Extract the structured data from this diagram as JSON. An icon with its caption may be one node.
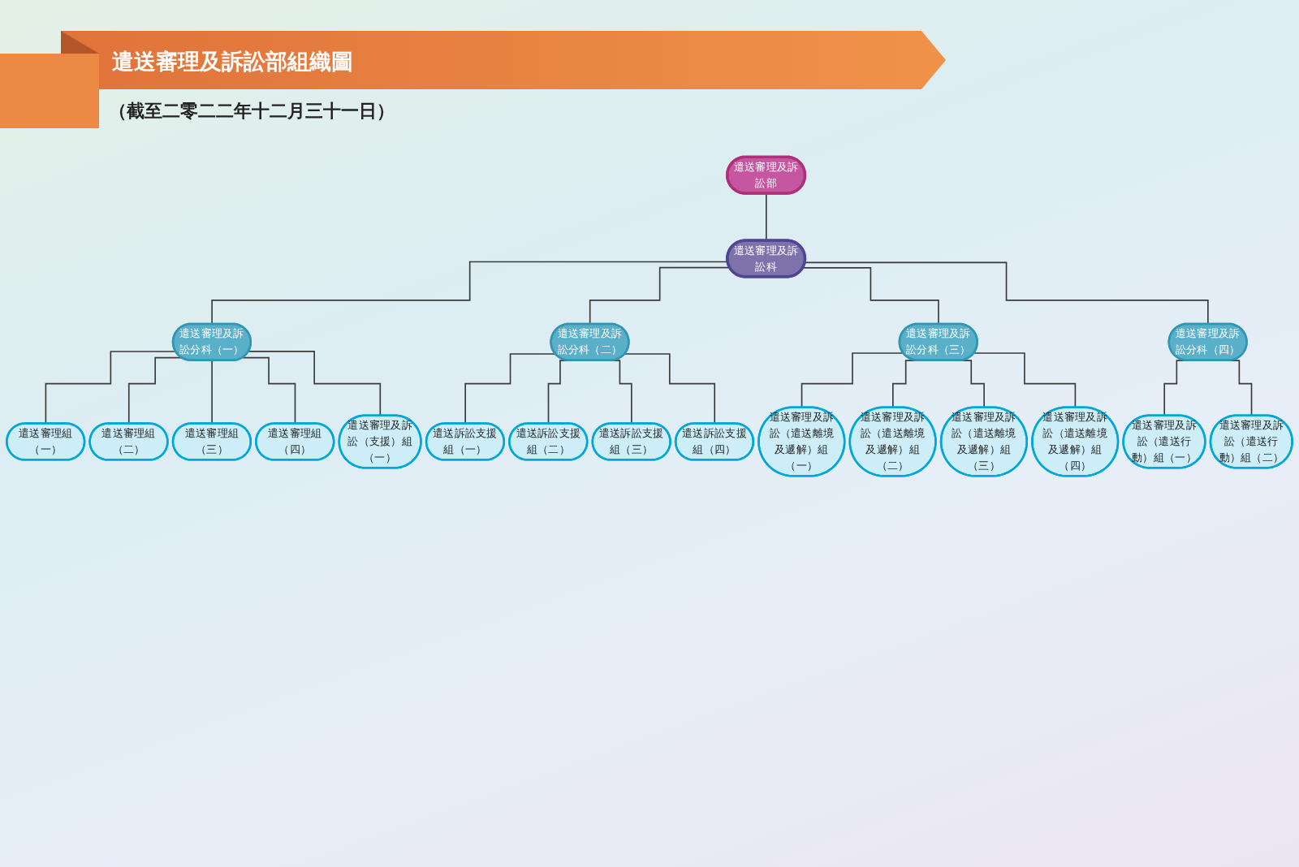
{
  "diagram": {
    "title": "遣送審理及訴訟部組織圖",
    "nodes": [
      {
        "text": [
          "遣送審理及訴訟部"
        ]
      },
      {
        "text": [
          "遣送審理及訴訟科"
        ]
      },
      {
        "text": [
          "遣送審理及訴訟分科（一）"
        ]
      },
      {
        "text": [
          "遣送審理及訴訟分科（二）"
        ]
      },
      {
        "text": [
          "遣送審理及訴訟分科（三）"
        ]
      },
      {
        "text": [
          "遣送審理及訴訟分科（四）"
        ]
      },
      {
        "text": [
          "遣送審理組（一）"
        ]
      },
      {
        "text": [
          "遣送審理組（二）"
        ]
      },
      {
        "text": [
          "遣送審理組（三）"
        ]
      },
      {
        "text": [
          "遣送審理組（四）"
        ]
      },
      {
        "text": [
          "遣送審理及訴訟（支援）組（一）"
        ]
      },
      {
        "text": [
          "遣送訴訟支援組（一）"
        ]
      },
      {
        "text": [
          "遣送訴訟支援組（二）"
        ]
      },
      {
        "text": [
          "遣送訴訟支援組（三）"
        ]
      },
      {
        "text": [
          "遣送訴訟支援組（四）"
        ]
      },
      {
        "text": [
          "遣送審理及訴訟（遣送離境及遞解）組（一）"
        ]
      },
      {
        "text": [
          "遣送審理及訴訟（遣送離境及遞解）組（二）"
        ]
      },
      {
        "text": [
          "遣送審理及訴訟（遣送離境及遞解）組（三）"
        ]
      },
      {
        "text": [
          "遣送審理及訴訟（遣送離境及遞解）組（四）"
        ]
      },
      {
        "text": [
          "遣送審理及訴訟（遣送行動）組（一）"
        ]
      },
      {
        "text": [
          "遣送審理及訴訟（遣送行動）組（二）"
        ]
      }
    ],
    "edges": [
      {
        "from": 0,
        "to": 1,
        "arrow": "none"
      },
      {
        "from": 1,
        "to": 2,
        "arrow": "none"
      },
      {
        "from": 1,
        "to": 3,
        "arrow": "none"
      },
      {
        "from": 1,
        "to": 4,
        "arrow": "none"
      },
      {
        "from": 1,
        "to": 5,
        "arrow": "none"
      },
      {
        "from": 2,
        "to": 6,
        "arrow": "none"
      },
      {
        "from": 2,
        "to": 7,
        "arrow": "none"
      },
      {
        "from": 2,
        "to": 8,
        "arrow": "none"
      },
      {
        "from": 2,
        "to": 9,
        "arrow": "none"
      },
      {
        "from": 2,
        "to": 10,
        "arrow": "none"
      },
      {
        "from": 3,
        "to": 11,
        "arrow": "none"
      },
      {
        "from": 3,
        "to": 12,
        "arrow": "none"
      },
      {
        "from": 3,
        "to": 13,
        "arrow": "none"
      },
      {
        "from": 3,
        "to": 14,
        "arrow": "none"
      },
      {
        "from": 4,
        "to": 15,
        "arrow": "none"
      },
      {
        "from": 4,
        "to": 16,
        "arrow": "none"
      },
      {
        "from": 4,
        "to": 17,
        "arrow": "none"
      },
      {
        "from": 4,
        "to": 18,
        "arrow": "none"
      },
      {
        "from": 5,
        "to": 19,
        "arrow": "none"
      },
      {
        "from": 5,
        "to": 20,
        "arrow": "none"
      }
    ],
    "labels": [
      "（截至二零二二年十二月三十一日）"
    ]
  }
}
